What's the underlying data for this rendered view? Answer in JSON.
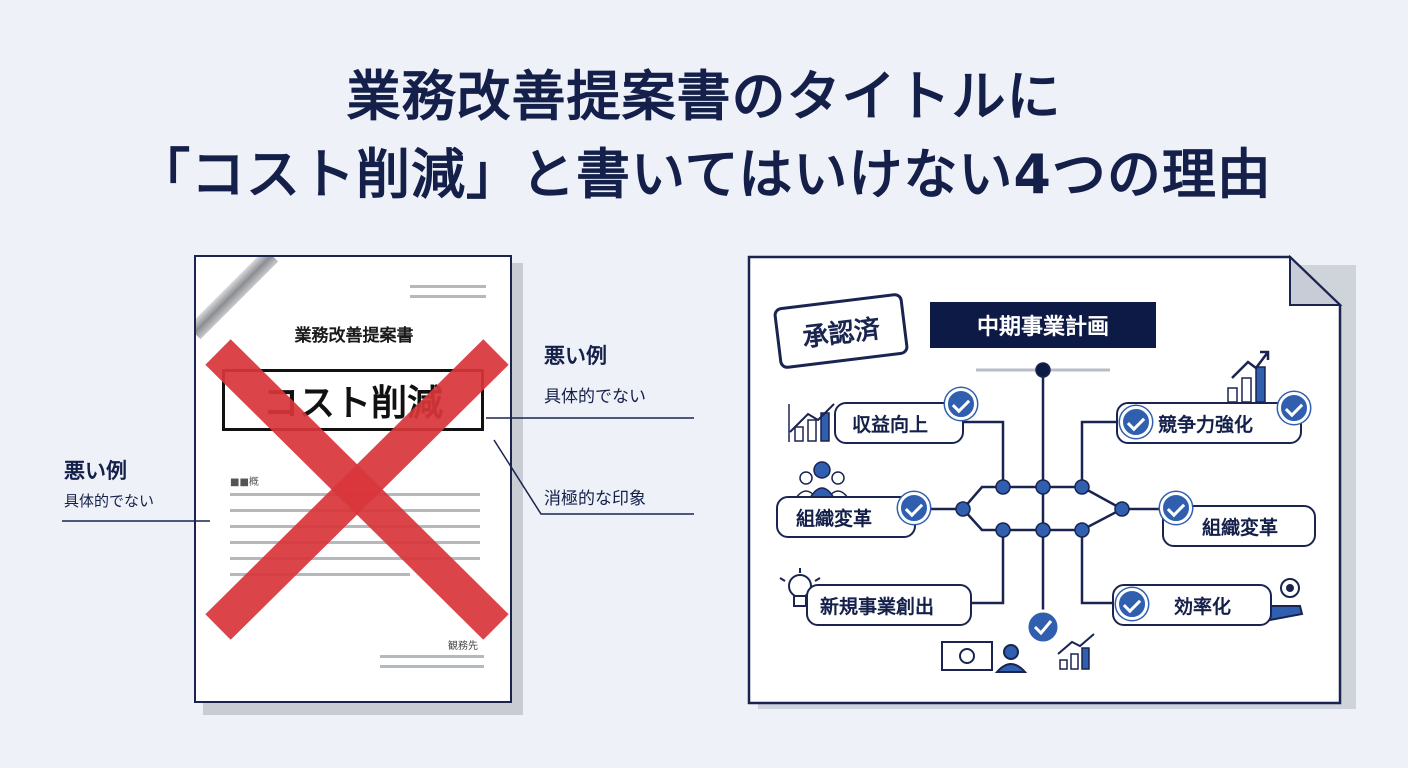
{
  "title": {
    "line1": "業務改善提案書のタイトルに",
    "line2": "「コスト削減」と書いてはいけない4つの理由"
  },
  "bad_document": {
    "heading": "業務改善提案書",
    "cost_text": "コスト削減",
    "mini_label": "■■概",
    "footer_label": "観務先"
  },
  "annotations": {
    "left_bad": "悪い例",
    "left_bad_sub": "具体的でない",
    "right_bad": "悪い例",
    "right_bad_sub": "具体的でない",
    "negative": "消極的な印象"
  },
  "good_document": {
    "stamp": "承認済",
    "plan_title": "中期事業計画",
    "items": {
      "revenue": "収益向上",
      "competitiveness": "競争力強化",
      "org_change_left": "組織変革",
      "org_change_right": "組織変革",
      "new_business": "新規事業創出",
      "efficiency": "効率化"
    }
  },
  "colors": {
    "navy": "#14204a",
    "accent_blue": "#2f5fae",
    "red_x": "#d9363a",
    "background": "#eef2f8"
  }
}
